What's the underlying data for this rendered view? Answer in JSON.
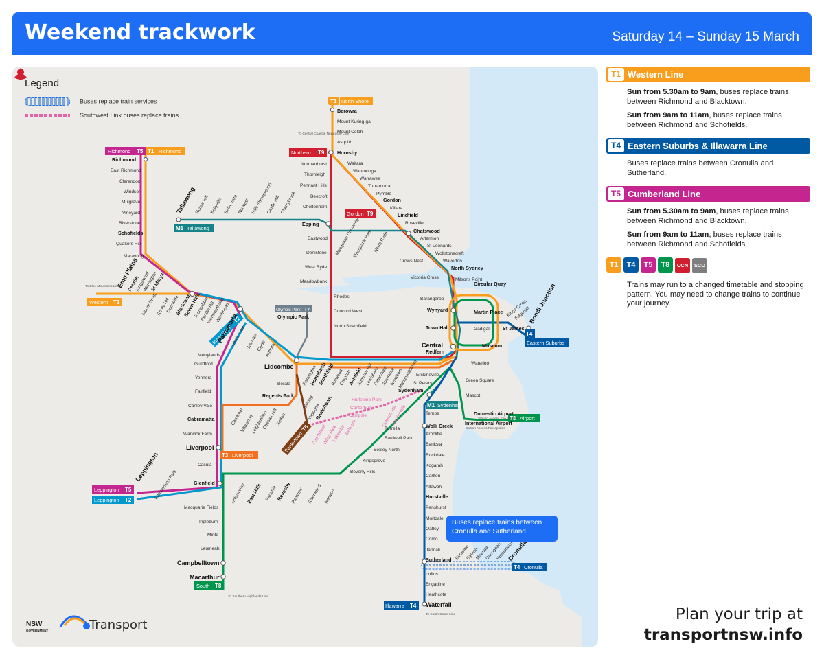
{
  "header": {
    "title": "Weekend trackwork",
    "date": "Saturday 14 – Sunday 15 March"
  },
  "legend": {
    "title": "Legend",
    "bus_label": "Buses replace train services",
    "southwest_label": "Southwest Link buses replace trains"
  },
  "colors": {
    "T1": "#f99d1c",
    "T2": "#0098cd",
    "T3": "#f37021",
    "T4": "#005aa3",
    "T5": "#c4258f",
    "T6": "#7d3f16",
    "T7": "#6f818e",
    "T8": "#00954c",
    "T9": "#d11f2f",
    "M1": "#168388",
    "CCN": "#d11f2f",
    "SCO": "#7f7f7f",
    "header": "#1e6ef5",
    "water": "#d4e9f7",
    "land": "#ecebe8"
  },
  "map": {
    "badges": [
      {
        "code": "T1",
        "name": "North Shore"
      },
      {
        "code": "T5",
        "name": "Richmond"
      },
      {
        "code": "T1",
        "name": "Richmond"
      },
      {
        "code": "T9",
        "name": "Northern"
      },
      {
        "code": "M1",
        "name": "Tallawong"
      },
      {
        "code": "T9",
        "name": "Gordon"
      },
      {
        "code": "T1",
        "name": "Western"
      },
      {
        "code": "T7",
        "name": "Olympic Park"
      },
      {
        "code": "T2",
        "name": "Inner West"
      },
      {
        "code": "T4",
        "name": "Eastern Suburbs"
      },
      {
        "code": "M1",
        "name": "Sydenham"
      },
      {
        "code": "T8",
        "name": "Airport"
      },
      {
        "code": "T6",
        "name": "Bankstown"
      },
      {
        "code": "T3",
        "name": "Liverpool"
      },
      {
        "code": "T5",
        "name": "Leppington"
      },
      {
        "code": "T2",
        "name": "Leppington"
      },
      {
        "code": "T4",
        "name": "Cronulla"
      },
      {
        "code": "T8",
        "name": "South"
      },
      {
        "code": "T4",
        "name": "Illawarra"
      }
    ],
    "stations": {
      "berowra": "Berowra",
      "mount_kuring_gai": "Mount Kuring-gai",
      "mount_colah": "Mount Colah",
      "asquith": "Asquith",
      "hornsby": "Hornsby",
      "waitara": "Waitara",
      "wahroonga": "Wahroonga",
      "warrawee": "Warrawee",
      "turramurra": "Turramurra",
      "pymble": "Pymble",
      "gordon": "Gordon",
      "killara": "Killara",
      "lindfield": "Lindfield",
      "roseville": "Roseville",
      "chatswood": "Chatswood",
      "artarmon": "Artarmon",
      "st_leonards": "St Leonards",
      "wollstonecraft": "Wollstonecraft",
      "waverton": "Waverton",
      "north_sydney": "North Sydney",
      "milsons_point": "Milsons Point",
      "circular_quay": "Circular Quay",
      "normanhurst": "Normanhurst",
      "thornleigh": "Thornleigh",
      "pennant_hills": "Pennant Hills",
      "beecroft": "Beecroft",
      "cheltenham": "Cheltenham",
      "epping": "Epping",
      "eastwood": "Eastwood",
      "denistone": "Denistone",
      "west_ryde": "West Ryde",
      "meadowbank": "Meadowbank",
      "rhodes": "Rhodes",
      "concord_west": "Concord West",
      "north_strathfield": "North Strathfield",
      "richmond": "Richmond",
      "east_richmond": "East Richmond",
      "clarendon": "Clarendon",
      "windsor": "Windsor",
      "mulgrave": "Mulgrave",
      "vineyard": "Vineyard",
      "riverstone": "Riverstone",
      "schofields": "Schofields",
      "quakers_hill": "Quakers Hill",
      "marayong": "Marayong",
      "tallawong": "Tallawong",
      "rouse_hill": "Rouse Hill",
      "kellyville": "Kellyville",
      "bella_vista": "Bella Vista",
      "norwest": "Norwest",
      "hills_showground": "Hills Showground",
      "castle_hill": "Castle Hill",
      "cherrybrook": "Cherrybrook",
      "macquarie_university": "Macquarie University",
      "macquarie_park": "Macquarie Park",
      "north_ryde": "North Ryde",
      "crows_nest": "Crows Nest",
      "victoria_cross": "Victoria Cross",
      "barangaroo": "Barangaroo",
      "emu_plains": "Emu Plains",
      "penrith": "Penrith",
      "kingswood": "Kingswood",
      "werrington": "Werrington",
      "st_marys": "St Marys",
      "mount_druitt": "Mount Druitt",
      "rooty_hill": "Rooty Hill",
      "doonside": "Doonside",
      "blacktown": "Blacktown",
      "seven_hills": "Seven Hills",
      "toongabbie": "Toongabbie",
      "pendle_hill": "Pendle Hill",
      "wentworthville": "Wentworthville",
      "westmead": "Westmead",
      "parramatta": "Parramatta",
      "harris_park": "Harris Park",
      "granville": "Granville",
      "clyde": "Clyde",
      "auburn": "Auburn",
      "lidcombe": "Lidcombe",
      "olympic_park": "Olympic Park",
      "flemington": "Flemington",
      "homebush": "Homebush",
      "strathfield": "Strathfield",
      "burwood": "Burwood",
      "croydon": "Croydon",
      "ashfield": "Ashfield",
      "summer_hill": "Summer Hill",
      "lewisham": "Lewisham",
      "petersham": "Petersham",
      "stanmore": "Stanmore",
      "newtown": "Newtown",
      "macdonaldtown": "Macdonaldtown",
      "erskineville": "Erskineville",
      "st_peters": "St Peters",
      "sydenham": "Sydenham",
      "wynyard": "Wynyard",
      "town_hall": "Town Hall",
      "central": "Central",
      "redfern": "Redfern",
      "martin_place": "Martin Place",
      "gadigal": "Gadigal",
      "st_james": "St James",
      "museum": "Museum",
      "kings_cross": "Kings Cross",
      "edgecliff": "Edgecliff",
      "bondi_junction": "Bondi Junction",
      "waterloo": "Waterloo",
      "green_square": "Green Square",
      "mascot": "Mascot",
      "domestic_airport": "Domestic Airport",
      "international_airport": "International Airport",
      "airport_note": "Station Access Fee applies",
      "tempe": "Tempe",
      "wolli_creek": "Wolli Creek",
      "arncliffe": "Arncliffe",
      "banksia": "Banksia",
      "rockdale": "Rockdale",
      "kogarah": "Kogarah",
      "carlton": "Carlton",
      "allawah": "Allawah",
      "hurstville": "Hurstville",
      "penshurst": "Penshurst",
      "mortdale": "Mortdale",
      "oatley": "Oatley",
      "como": "Como",
      "jannali": "Jannali",
      "sutherland": "Sutherland",
      "loftus": "Loftus",
      "engadine": "Engadine",
      "heathcote": "Heathcote",
      "waterfall": "Waterfall",
      "kirrawee": "Kirrawee",
      "gymea": "Gymea",
      "miranda": "Miranda",
      "caringbah": "Caringbah",
      "woolooware": "Woolooware",
      "cronulla": "Cronulla",
      "turrella": "Turrella",
      "bardwell_park": "Bardwell Park",
      "bexley_north": "Bexley North",
      "kingsgrove": "Kingsgrove",
      "beverly_hills": "Beverly Hills",
      "narwee": "Narwee",
      "riverwood": "Riverwood",
      "padstow": "Padstow",
      "revesby": "Revesby",
      "panania": "Panania",
      "east_hills": "East Hills",
      "holsworthy": "Holsworthy",
      "merrylands": "Merrylands",
      "guildford": "Guildford",
      "yennora": "Yennora",
      "fairfield": "Fairfield",
      "canley_vale": "Canley Vale",
      "cabramatta": "Cabramatta",
      "warwick_farm": "Warwick Farm",
      "liverpool": "Liverpool",
      "casula": "Casula",
      "glenfield": "Glenfield",
      "macquarie_fields": "Macquarie Fields",
      "ingleburn": "Ingleburn",
      "minto": "Minto",
      "leumeah": "Leumeah",
      "campbelltown": "Campbelltown",
      "macarthur": "Macarthur",
      "leppington": "Leppington",
      "edmondson_park": "Edmondson Park",
      "berala": "Berala",
      "regents_park": "Regents Park",
      "birrong": "Birrong",
      "yagoona": "Yagoona",
      "bankstown": "Bankstown",
      "carramar": "Carramar",
      "villawood": "Villawood",
      "leightonfield": "Leightonfield",
      "chester_hill": "Chester Hill",
      "sefton": "Sefton",
      "hurlstone_park": "Hurlstone Park",
      "canterbury": "Canterbury",
      "campsie": "Campsie",
      "belmore": "Belmore",
      "lakemba": "Lakemba",
      "wiley_park": "Wiley Park",
      "punchbowl": "Punchbowl",
      "dulwich_hill": "Dulwich Hill",
      "marrickville": "Marrickville"
    },
    "notes": {
      "central_coast": "To Central Coast & Newcastle Line",
      "blue_mountains": "To Blue Mountains Line",
      "southern_highlands": "To Southern Highlands Line",
      "south_coast": "To South Coast Line"
    },
    "callout": "Buses replace trains between Cronulla and Sutherland."
  },
  "info": {
    "t1": {
      "code": "T1",
      "name": "Western Line",
      "p1_bold": "Sun from 5.30am to 9am",
      "p1_rest": ", buses replace trains between Richmond and Blacktown.",
      "p2_bold": "Sun from 9am to 11am",
      "p2_rest": ", buses replace trains between Richmond and Schofields."
    },
    "t4": {
      "code": "T4",
      "name": "Eastern Suburbs & Illawarra Line",
      "p1": "Buses replace trains between Cronulla and Sutherland."
    },
    "t5": {
      "code": "T5",
      "name": "Cumberland Line",
      "p1_bold": "Sun from 5.30am to 9am",
      "p1_rest": ", buses replace trains between Richmond and Blacktown.",
      "p2_bold": "Sun from 9am to 11am",
      "p2_rest": ", buses replace trains between Richmond and Schofields."
    },
    "mini_badges": [
      "T1",
      "T4",
      "T5",
      "T8",
      "CCN",
      "SCO"
    ],
    "note": "Trains may run to a changed timetable and stopping pattern. You may need to change trains to continue your journey."
  },
  "branding": {
    "nsw_line1": "NSW",
    "nsw_line2": "GOVERNMENT",
    "transport": "Transport"
  },
  "footer": {
    "line1": "Plan your trip at",
    "line2": "transportnsw.info"
  }
}
